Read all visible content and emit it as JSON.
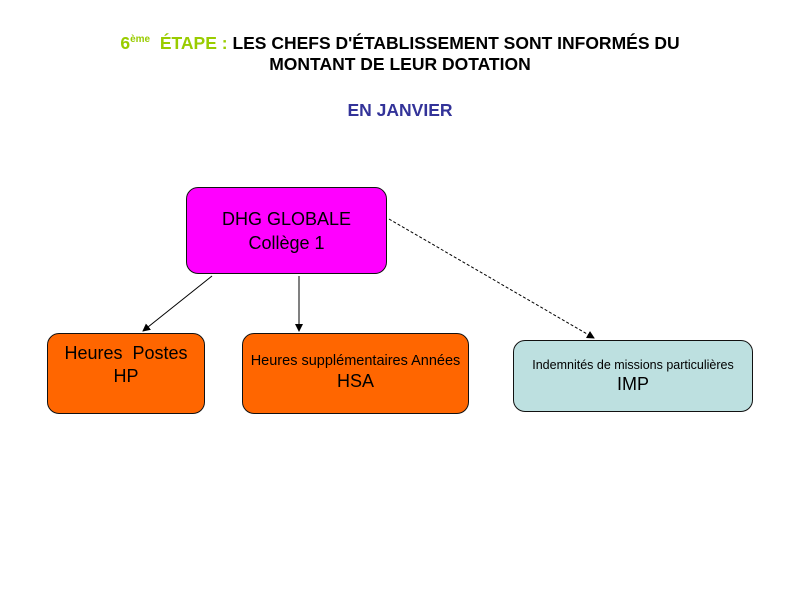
{
  "title": {
    "step_number": "6",
    "step_superscript": "ème",
    "step_word": "ÉTAPE :",
    "line1_rest": " LES CHEFS D'ÉTABLISSEMENT SONT INFORMÉS DU",
    "line2": "MONTANT DE LEUR DOTATION"
  },
  "subtitle": "EN JANVIER",
  "nodes": {
    "dhg": {
      "line1": "DHG GLOBALE",
      "line2": "Collège 1"
    },
    "hp": {
      "line1": "Heures  Postes",
      "line2": "HP"
    },
    "hsa": {
      "line1": "Heures supplémentaires Années",
      "line2": "HSA"
    },
    "imp": {
      "line1": "Indemnités de missions particulières",
      "line2": "IMP"
    }
  },
  "colors": {
    "step": "#99cc00",
    "subtitle": "#333399",
    "dhg_fill": "#ff00ff",
    "hp_fill": "#ff6600",
    "hsa_fill": "#ff6600",
    "imp_fill": "#bde0e0"
  }
}
